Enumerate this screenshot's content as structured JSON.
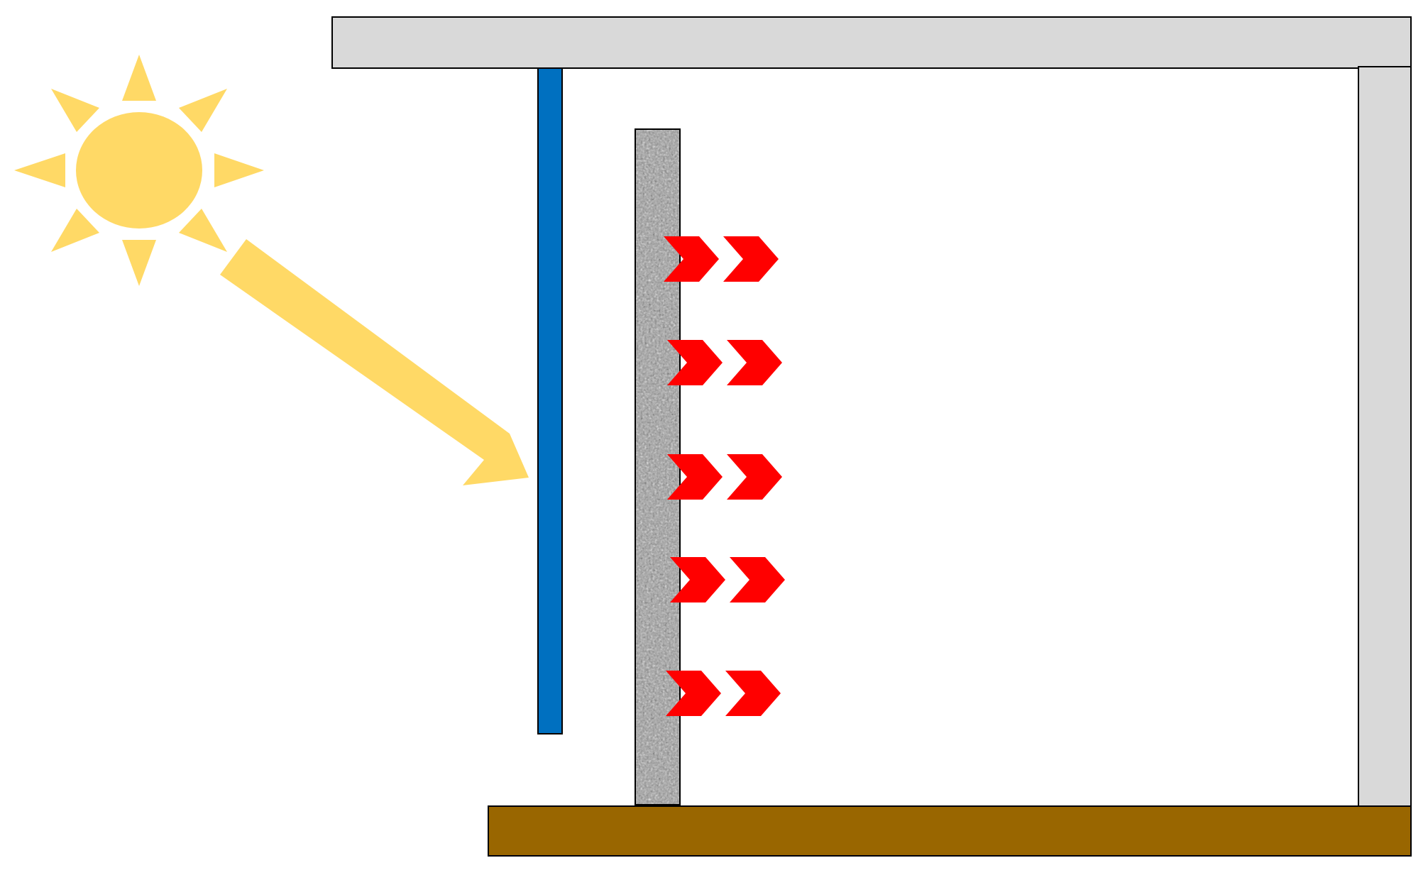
{
  "diagram": {
    "description_labels": [],
    "colors": {
      "sun": "#FFD966",
      "sunlight_arrow": "#FFD966",
      "glazing": "#0070C0",
      "thermal_wall": "#9A9A9A",
      "heat_arrows": "#FF0000",
      "roof": "#D9D9D9",
      "back_wall": "#D9D9D9",
      "floor": "#996600",
      "outline": "#000000"
    },
    "icons": {
      "sun": "sun-icon",
      "sunlight": "sunlight-arrow",
      "heat": "heat-chevron-icon"
    },
    "heat_arrow_rows": 5,
    "chevrons_per_row": 2
  }
}
